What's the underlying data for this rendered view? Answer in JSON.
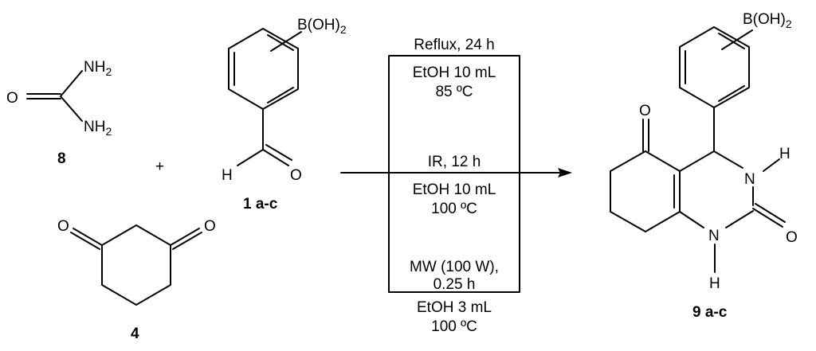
{
  "compounds": {
    "urea": {
      "number": "8",
      "atoms": {
        "nh2_top_main": "NH",
        "nh2_top_sub": "2",
        "oxygen": "O",
        "nh2_bottom_main": "NH",
        "nh2_bottom_sub": "2"
      }
    },
    "plus_sign": "+",
    "aldehyde": {
      "number": "1 a-c",
      "atoms": {
        "boronic_main": "B(OH)",
        "boronic_sub": "2",
        "hydrogen": "H",
        "oxygen": "O"
      }
    },
    "dione": {
      "number": "4",
      "atoms": {
        "oxygen_left": "O",
        "oxygen_right": "O"
      }
    },
    "product": {
      "number": "9 a-c",
      "atoms": {
        "boronic_main": "B(OH)",
        "boronic_sub": "2",
        "oxygen_ketone": "O",
        "n3": "N",
        "h_n3": "H",
        "n1": "N",
        "h_n1": "H",
        "oxygen_urea": "O"
      }
    }
  },
  "conditions": {
    "reflux_line1": "Reflux, 24 h",
    "reflux_line2": "EtOH 10 mL",
    "reflux_line3": "85 ºC",
    "ir_line1": "IR, 12 h",
    "ir_line2": "EtOH 10 mL",
    "ir_line3": "100 ºC",
    "mw_line1": "MW (100 W),",
    "mw_line2": "0.25 h",
    "mw_line3": "EtOH 3 mL",
    "mw_line4": "100 ºC"
  }
}
